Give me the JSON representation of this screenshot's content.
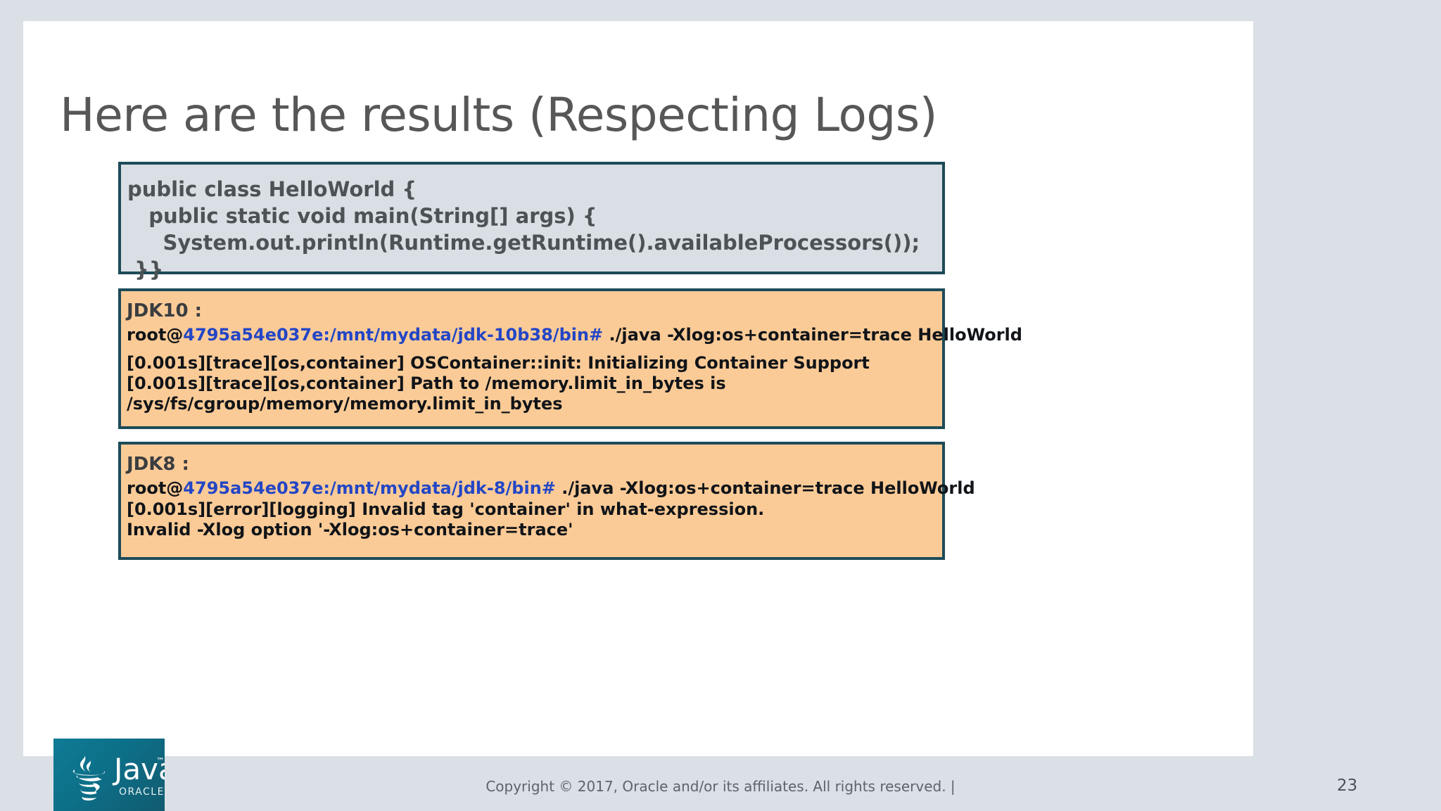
{
  "slide": {
    "title": "Here are the results (Respecting Logs)",
    "number": "23",
    "copyright": "Copyright © 2017, Oracle and/or its affiliates. All rights reserved.  |"
  },
  "code_block": {
    "lines": "public class HelloWorld {\n   public static void main(String[] args) {\n     System.out.println(Runtime.getRuntime().availableProcessors());\n }}"
  },
  "terminals": [
    {
      "heading": "JDK10 :",
      "prompt_user": "root@",
      "prompt_host": "4795a54e037e:/mnt/mydata/jdk-10b38/bin#",
      "command": " ./java -Xlog:os+container=trace HelloWorld",
      "output": "[0.001s][trace][os,container] OSContainer::init: Initializing Container Support\n[0.001s][trace][os,container] Path to /memory.limit_in_bytes is /sys/fs/cgroup/memory/memory.limit_in_bytes"
    },
    {
      "heading": "JDK8 :",
      "prompt_user": "root@",
      "prompt_host": "4795a54e037e:/mnt/mydata/jdk-8/bin#",
      "command": " ./java -Xlog:os+container=trace HelloWorld",
      "output": "[0.001s][error][logging] Invalid tag 'container' in what-expression.\nInvalid -Xlog option '-Xlog:os+container=trace'"
    }
  ],
  "logo": {
    "wordmark": "Java",
    "trademark": "™",
    "brand": "ORACLE"
  },
  "colors": {
    "border": "#1d4b58",
    "code_bg": "#d9dfe4",
    "terminal_bg": "#fbcb97",
    "host_blue": "#2346c6",
    "title_gray": "#575757",
    "page_bg": "#dbdfe6"
  }
}
